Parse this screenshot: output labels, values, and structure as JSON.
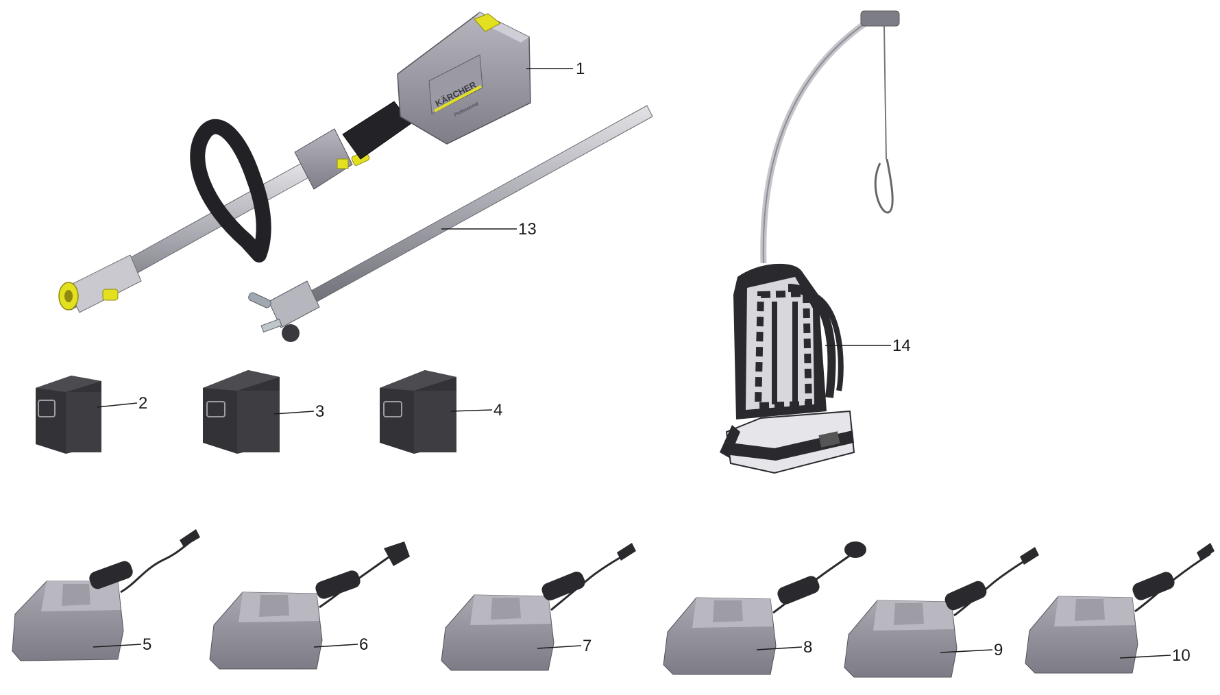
{
  "brand": {
    "logo_text": "KÄRCHER",
    "logo_subtext": "Professional"
  },
  "colors": {
    "body_grey": "#8e8d97",
    "body_grey_light": "#b3b2bb",
    "body_grey_dark": "#5f5e66",
    "accent_yellow": "#e6e21a",
    "black": "#1e1e20",
    "battery": "#3c3c40",
    "battery_face": "#55555a"
  },
  "callouts": {
    "c1": "1",
    "c2": "2",
    "c3": "3",
    "c4": "4",
    "c5": "5",
    "c6": "6",
    "c7": "7",
    "c8": "8",
    "c9": "9",
    "c10": "10",
    "c13": "13",
    "c14": "14"
  }
}
